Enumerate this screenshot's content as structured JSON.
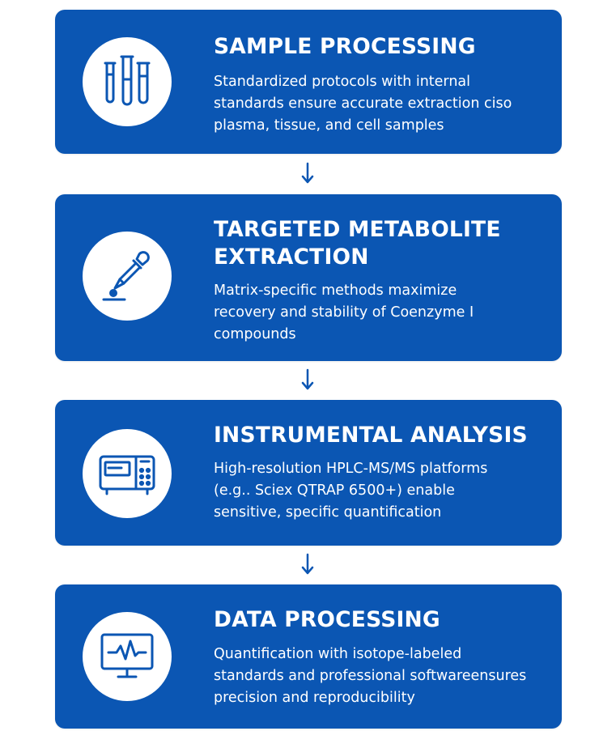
{
  "colors": {
    "card": "#0b56b3",
    "icon_stroke": "#0b56b3",
    "text": "#ffffff",
    "arrow": "#0b56b3"
  },
  "steps": [
    {
      "icon": "test-tubes-icon",
      "title": "SAMPLE PROCESSING",
      "description": "Standardized protocols with internal\nstandards ensure accurate extraction ciso\nplasma, tissue, and cell samples"
    },
    {
      "icon": "pipette-icon",
      "title": "TARGETED METABOLITE\nEXTRACTION",
      "description": "Matrix-specific methods maximize\nrecovery and stability of Coenzyme I\ncompounds"
    },
    {
      "icon": "instrument-icon",
      "title": "INSTRUMENTAL ANALYSIS",
      "description": "High-resolution HPLC-MS/MS platforms\n(e.g.. Sciex QTRAP 6500+) enable\nsensitive, specific quantification"
    },
    {
      "icon": "monitor-chart-icon",
      "title": "DATA PROCESSING",
      "description": "Quantification with isotope-labeled\nstandards and professional softwareensures\nprecision and reproducibility"
    }
  ]
}
